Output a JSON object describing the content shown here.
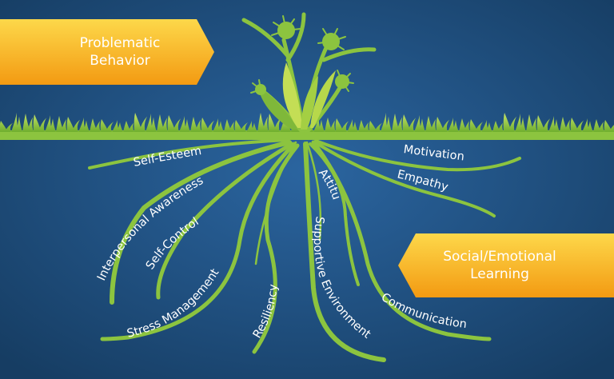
{
  "banners": {
    "problem": "Problematic\nBehavior",
    "solution": "Social/Emotional\nLearning"
  },
  "roots": [
    "Self-Esteem",
    "Interpersonal Awareness",
    "Self-Control",
    "Stress Management",
    "Resiliency",
    "Supportive Environment",
    "Attitude",
    "Communication",
    "Motivation",
    "Empathy"
  ],
  "colors": {
    "background": "#1f4f7d",
    "root_green": "#8cc43f",
    "grass_green": "#96c840",
    "banner_orange": "#f7a81b",
    "banner_yellow": "#fdd84a"
  },
  "icons": [
    "thistle-weed-icon"
  ]
}
